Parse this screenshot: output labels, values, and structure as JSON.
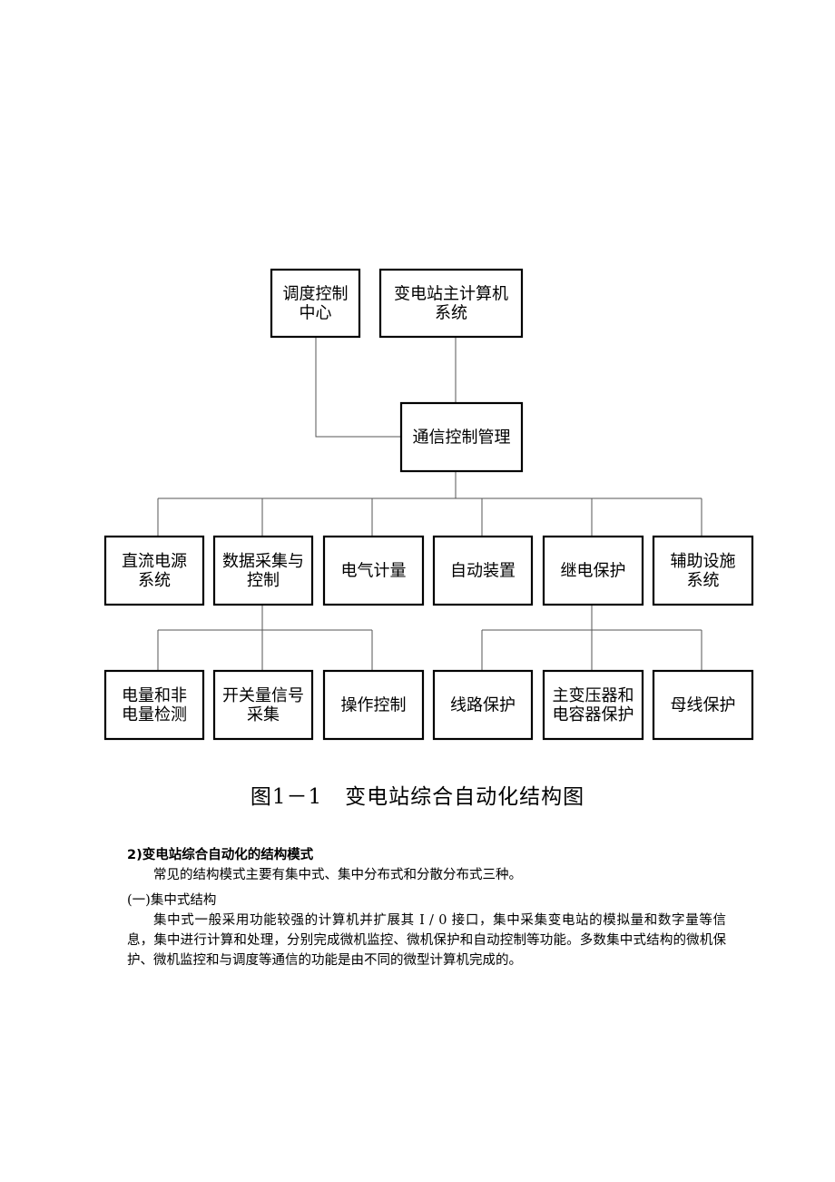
{
  "diagram": {
    "nodes": [
      {
        "id": "dispatch",
        "lines": [
          "调度控制",
          "中心"
        ]
      },
      {
        "id": "host",
        "lines": [
          "变电站主计算机",
          "系统"
        ]
      },
      {
        "id": "comm",
        "lines": [
          "通信控制管理"
        ]
      },
      {
        "id": "dc",
        "lines": [
          "直流电源",
          "系统"
        ]
      },
      {
        "id": "daq",
        "lines": [
          "数据采集与",
          "控制"
        ]
      },
      {
        "id": "meter",
        "lines": [
          "电气计量"
        ]
      },
      {
        "id": "auto",
        "lines": [
          "自动装置"
        ]
      },
      {
        "id": "relay",
        "lines": [
          "继电保护"
        ]
      },
      {
        "id": "aux",
        "lines": [
          "辅助设施",
          "系统"
        ]
      },
      {
        "id": "elec_detect",
        "lines": [
          "电量和非",
          "电量检测"
        ]
      },
      {
        "id": "switch_acq",
        "lines": [
          "开关量信号",
          "采集"
        ]
      },
      {
        "id": "op_ctrl",
        "lines": [
          "操作控制"
        ]
      },
      {
        "id": "line_prot",
        "lines": [
          "线路保护"
        ]
      },
      {
        "id": "xfmr_prot",
        "lines": [
          "主变压器和",
          "电容器保护"
        ]
      },
      {
        "id": "bus_prot",
        "lines": [
          "母线保护"
        ]
      }
    ]
  },
  "caption": {
    "number": "图1－1",
    "title": "变电站综合自动化结构图"
  },
  "section": {
    "heading": "2)变电站综合自动化的结构模式",
    "intro": "常见的结构模式主要有集中式、集中分布式和分散分布式三种。",
    "subheading": "(一)集中式结构",
    "body": "集中式一般采用功能较强的计算机并扩展其 I / 0 接口，集中采集变电站的模拟量和数字量等信息，集中进行计算和处理，分别完成微机监控、微机保护和自动控制等功能。多数集中式结构的微机保护、微机监控和与调度等通信的功能是由不同的微型计算机完成的。"
  }
}
